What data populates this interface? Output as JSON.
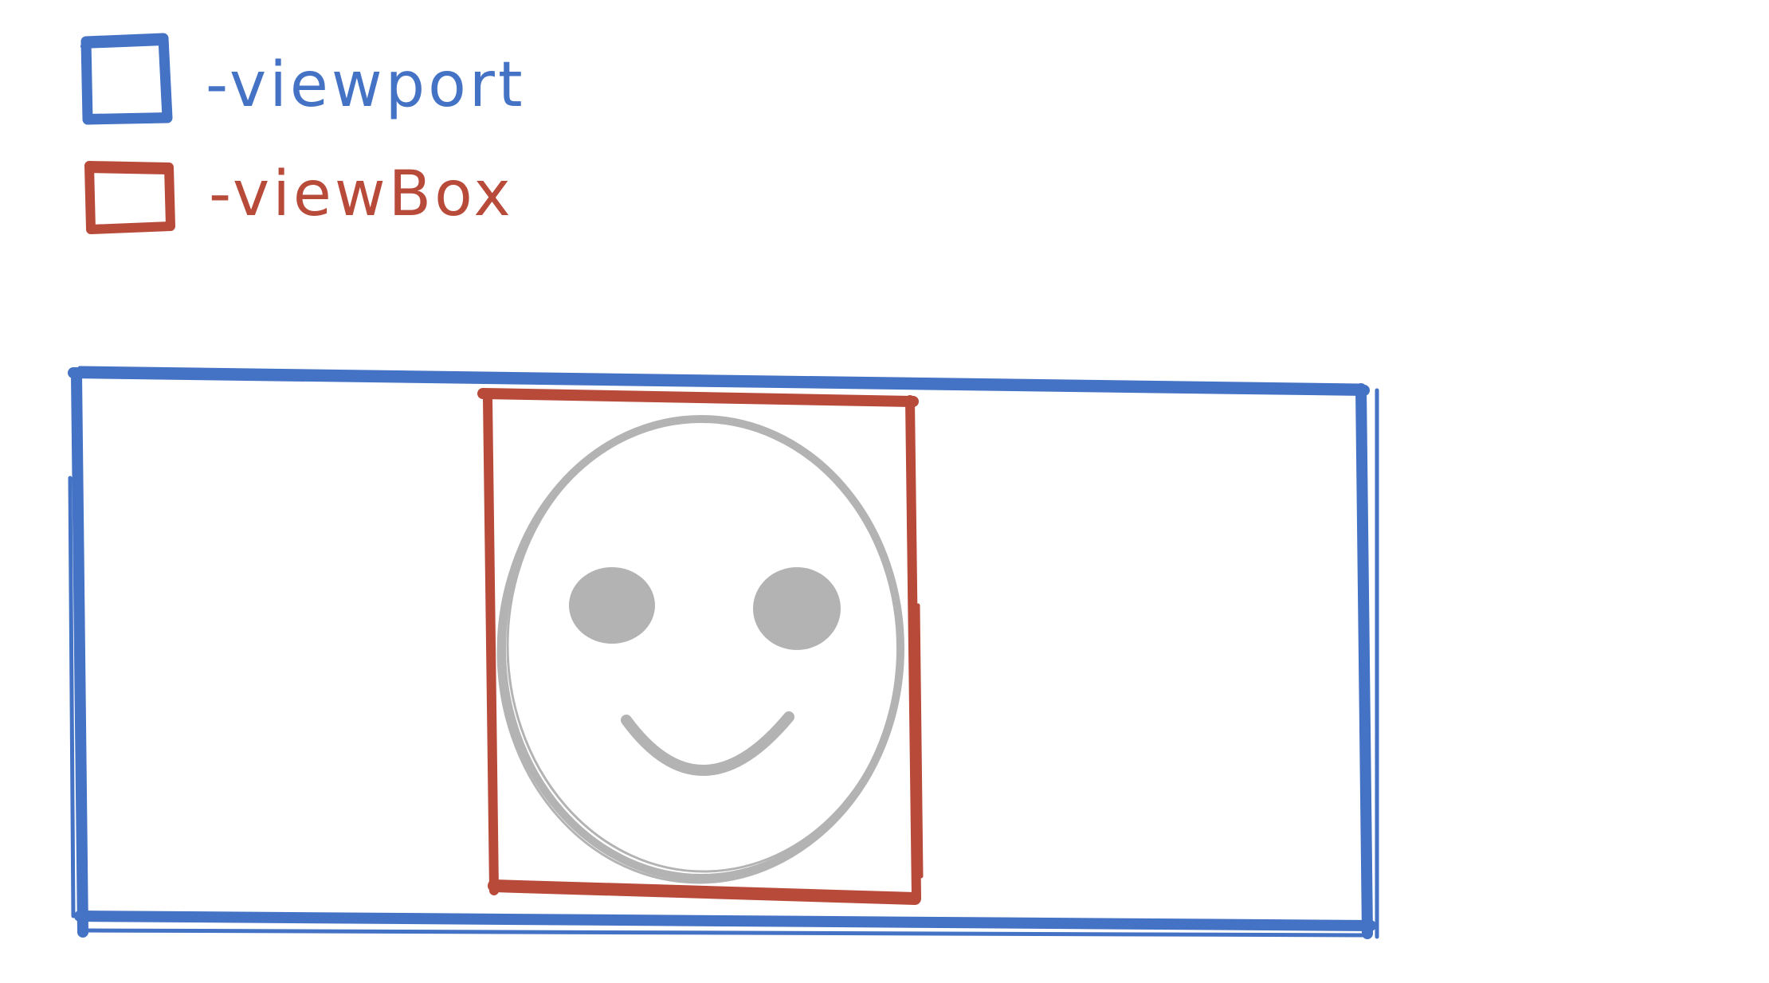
{
  "legend": {
    "items": [
      {
        "id": "viewport",
        "label": "-viewport",
        "color": "#4472c4"
      },
      {
        "id": "viewbox",
        "label": "-viewBox",
        "color": "#b84a3a"
      }
    ]
  },
  "colors": {
    "viewport": "#4472c4",
    "viewbox": "#b84a3a",
    "content": "#b3b3b3",
    "background": "#ffffff"
  },
  "content": {
    "icon": "smiley-face-icon"
  }
}
